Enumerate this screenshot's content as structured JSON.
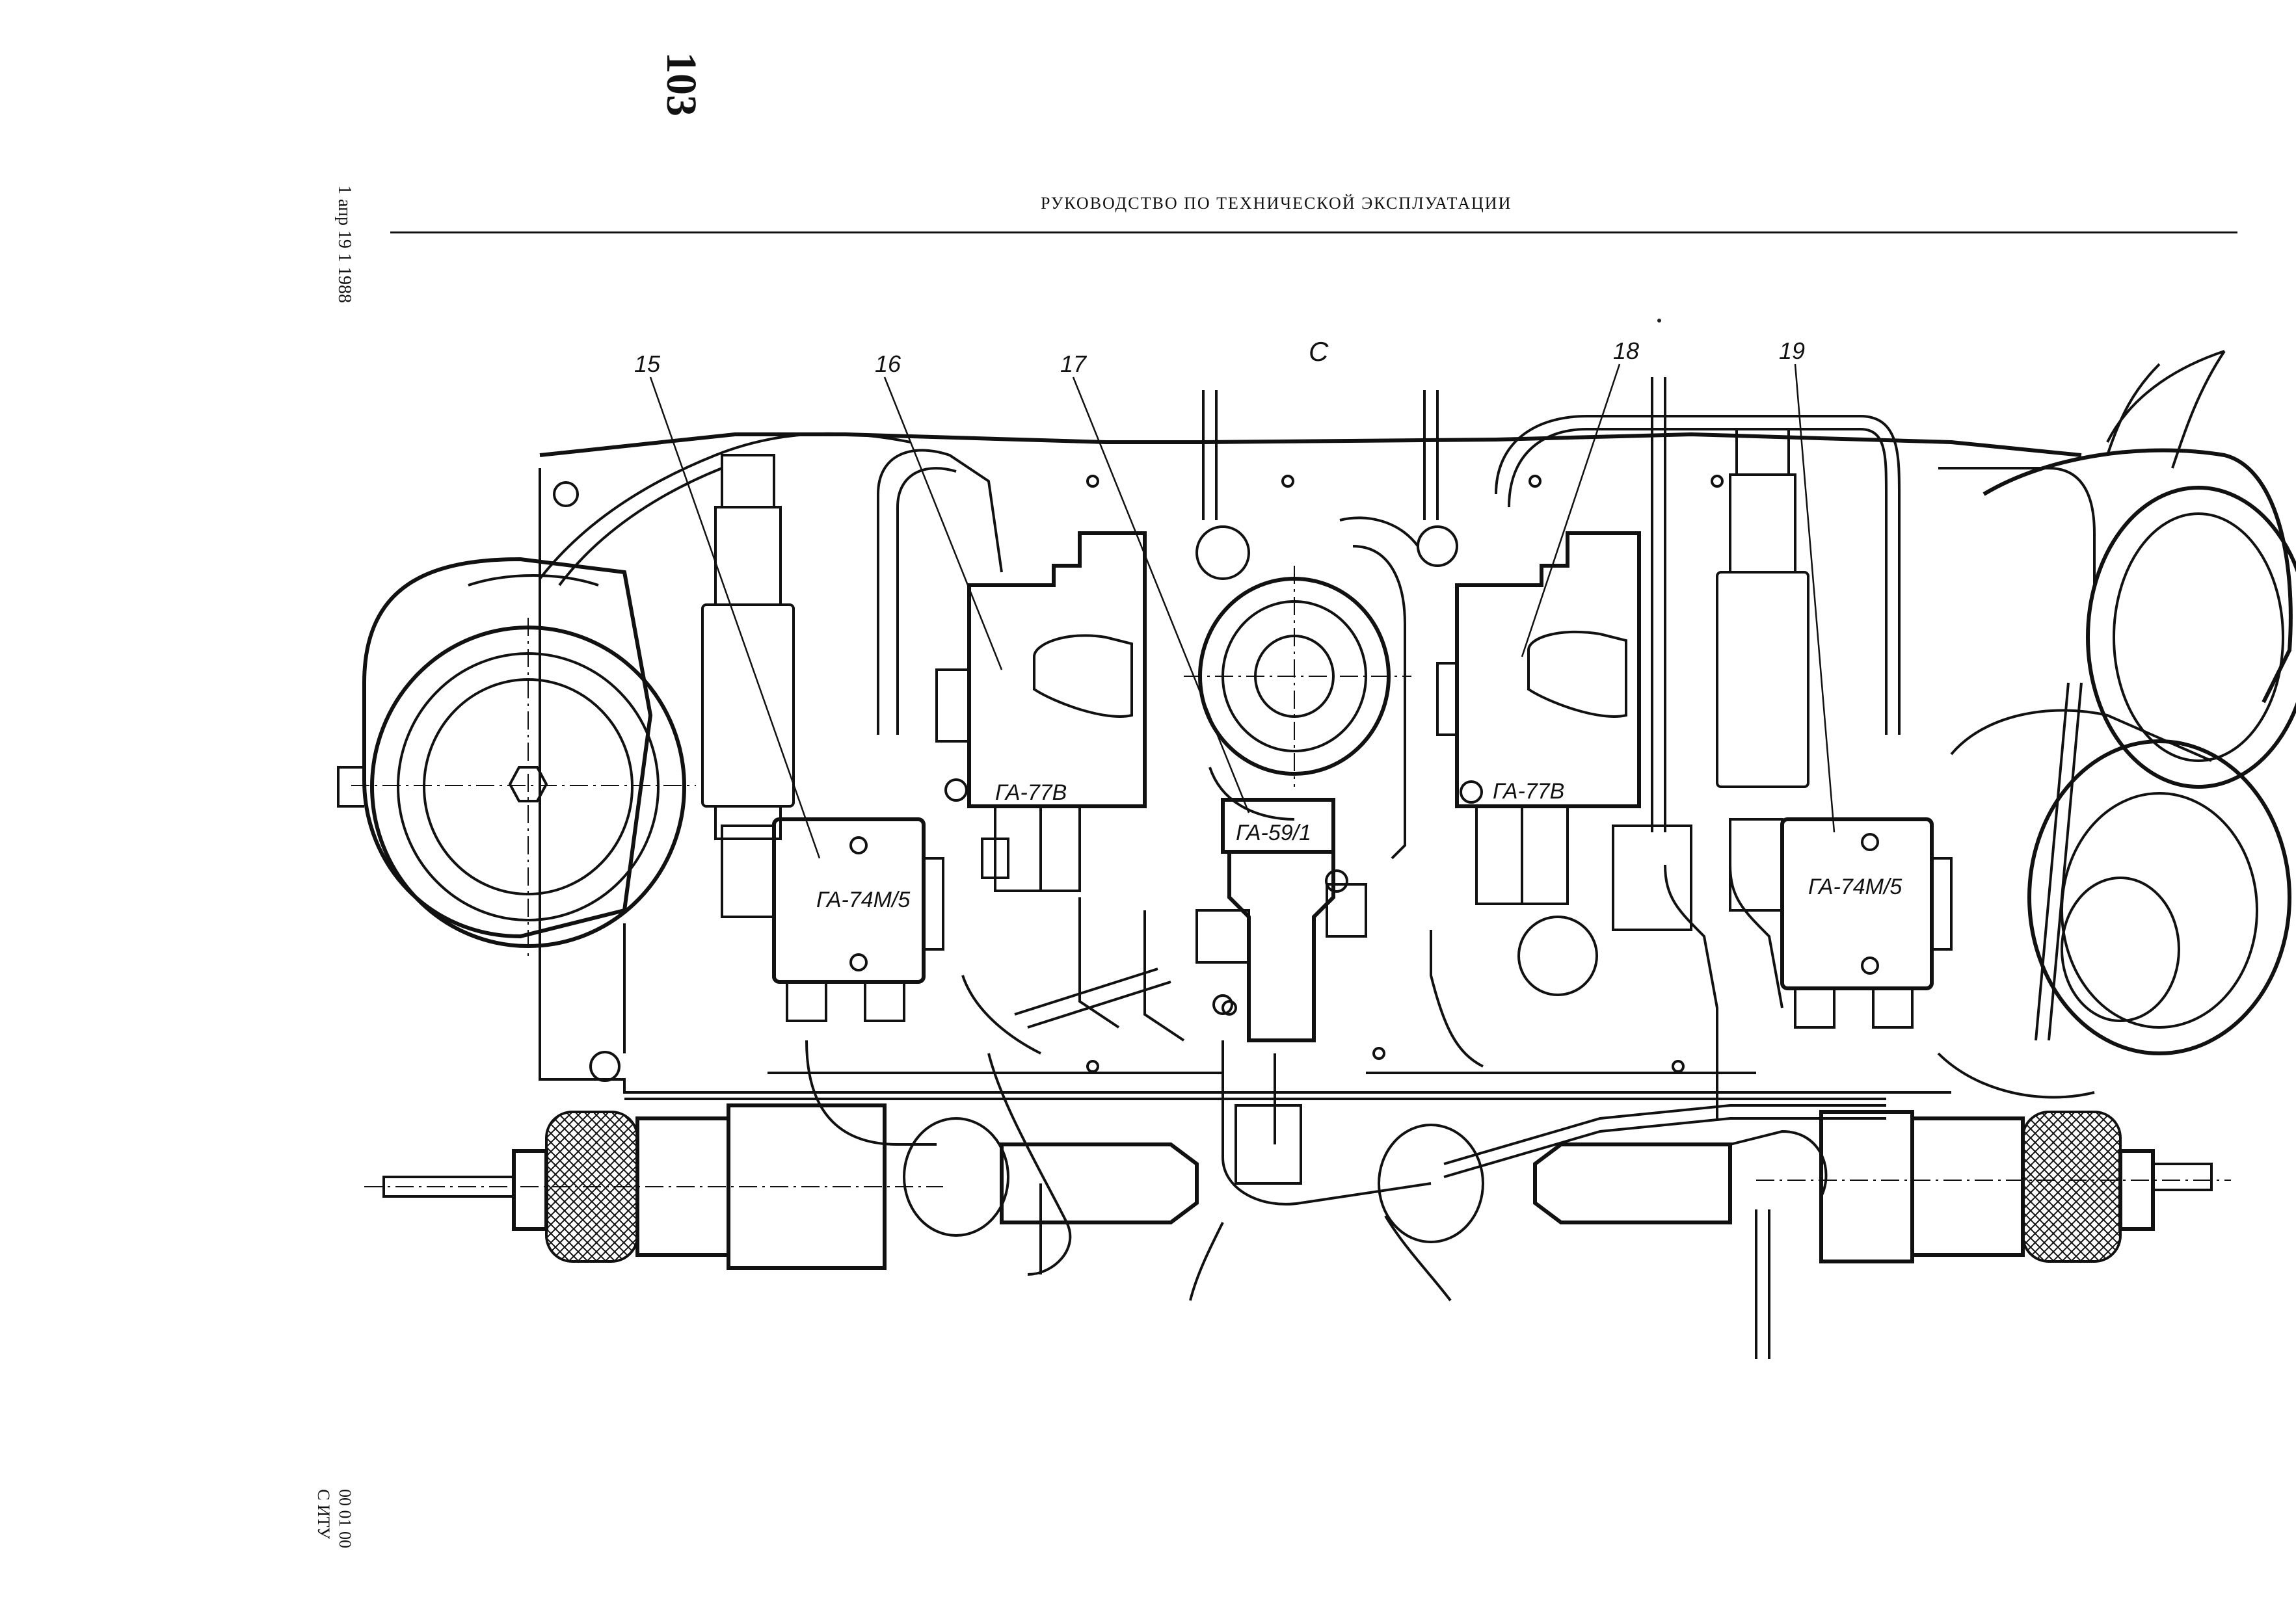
{
  "page": {
    "page_number": "103",
    "header": "РУКОВОДСТВО ПО ТЕХНИЧЕСКОЙ ЭКСПЛУАТАЦИИ",
    "side_date": "1 апр 19 1 1988",
    "side_code_1": "С ИТУ",
    "side_code_2": "00 01 00"
  },
  "drawing": {
    "view_label": "С",
    "callouts": [
      "15",
      "16",
      "17",
      "18",
      "19"
    ],
    "unit_labels": {
      "u15": "ГА-74М/5",
      "u16": "ГА-77В",
      "u17": "ГА-59/1",
      "u18": "ГА-77В",
      "u19": "ГА-74М/5"
    }
  }
}
